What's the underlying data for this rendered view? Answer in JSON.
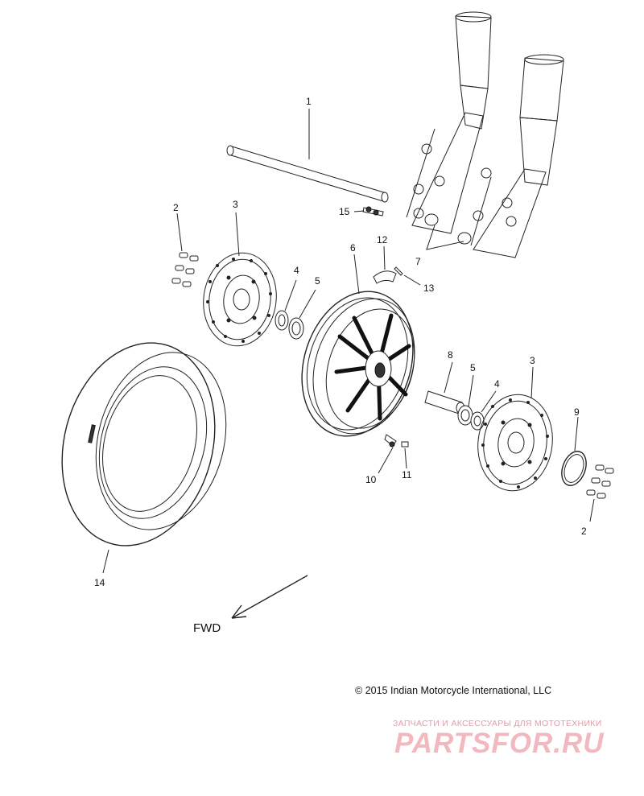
{
  "diagram": {
    "callouts": [
      "1",
      "2",
      "3",
      "4",
      "5",
      "6",
      "7",
      "8",
      "9",
      "10",
      "11",
      "12",
      "13",
      "14",
      "15"
    ],
    "direction_label": "FWD",
    "copyright": "2015 Indian Motorcycle International, LLC",
    "copyright_symbol": "©"
  },
  "watermark": {
    "tagline": "ЗАПЧАСТИ И АКСЕССУАРЫ ДЛЯ МОТОТЕХНИКИ",
    "brand": "PARTSFOR.RU"
  }
}
